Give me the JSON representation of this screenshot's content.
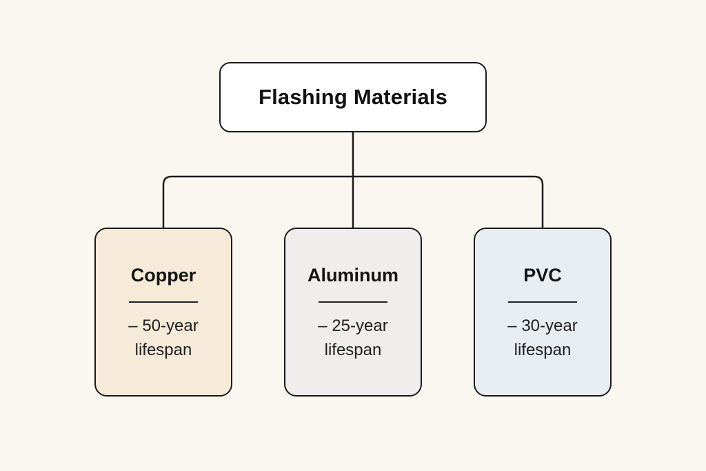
{
  "page": {
    "background_color": "#faf7f0"
  },
  "diagram": {
    "root": {
      "title": "Flashing Materials",
      "bg": "#ffffff"
    },
    "children": [
      {
        "title": "Copper",
        "lifespan": "– 50-year lifespan",
        "bg": "#f6ead9"
      },
      {
        "title": "Aluminum",
        "lifespan": "– 25-year lifespan",
        "bg": "#efeeec"
      },
      {
        "title": "PVC",
        "lifespan": "– 30-year lifespan",
        "bg": "#e8edf2"
      }
    ],
    "line_color": "#1a1a1a"
  }
}
